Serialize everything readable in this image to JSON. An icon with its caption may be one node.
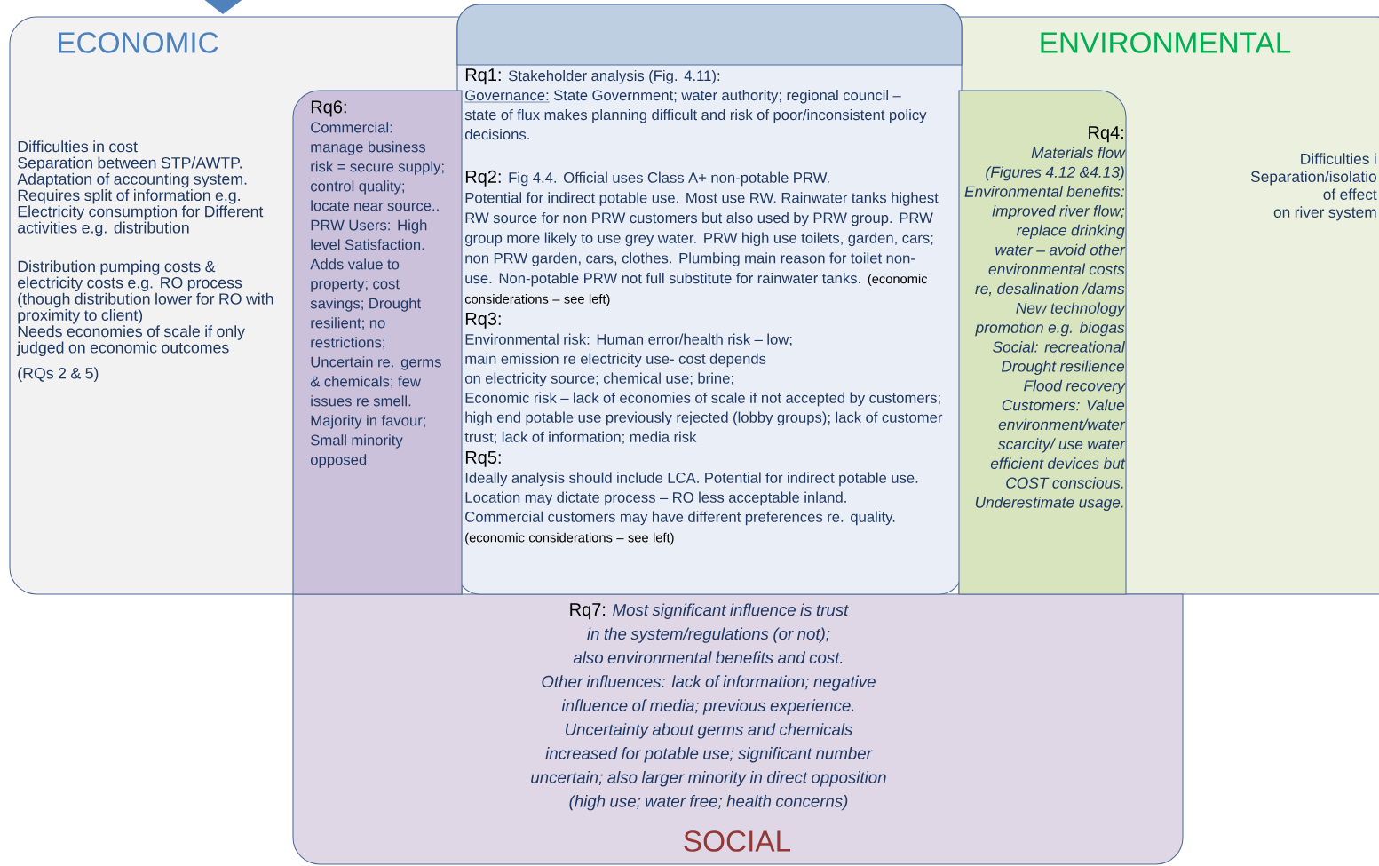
{
  "diagram": {
    "nodes": [
      {
        "text": [
          "ECONOMIC",
          "Difficulties in cost",
          "Separation between STP/AWTP.",
          "Adaptation of accounting system.",
          "Requires split of information e.g. Electricity consumption for Different activities e.g. distribution",
          "Distribution pumping costs & electricity costs e.g. RO process (though distribution lower for RO with proximity to client)",
          "Needs economies of scale if only judged on economic outcomes",
          "(RQs 2 & 5)"
        ]
      },
      {
        "text": [
          "ENVIRONMENTAL",
          "Difficulties i",
          "Separation/isolatio",
          "of effect",
          "on river system"
        ]
      },
      {
        "text": [
          "Rq6:",
          "Commercial: manage business risk = secure supply; control quality; locate near source..",
          "PRW Users: High level Satisfaction. Adds value to property; cost savings; Drought resilient; no restrictions; Uncertain re. germs & chemicals; few issues re smell. Majority in favour; Small minority opposed"
        ],
        "in": 0
      },
      {
        "text": [
          "Rq1:",
          "Stakeholder analysis (Fig. 4.11):",
          "Governance:",
          "State Government; water authority; regional council – state of flux makes planning difficult and risk of poor/inconsistent policy decisions.",
          "Rq2:",
          "Fig 4.4. Official uses Class A+ non-potable PRW.",
          "Potential for indirect potable use. Most use RW. Rainwater tanks highest RW source for non PRW customers but also used by PRW group. PRW group more likely to use grey water. PRW high use toilets, garden, cars; non PRW garden, cars, clothes. Plumbing main reason for toilet non-use. Non-potable PRW not full substitute for rainwater tanks.",
          "(economic considerations – see left)",
          "Rq3:",
          "Environmental risk: Human error/health risk – low;",
          "main emission re electricity use- cost depends",
          "on electricity source; chemical use; brine;",
          "Economic risk – lack of economies of scale if not accepted by customers; high end potable use previously rejected (lobby groups); lack of customer trust; lack of information; media risk",
          "Rq5:",
          "Ideally analysis should include LCA. Potential for indirect potable use. Location may dictate process – RO less acceptable inland.",
          "Commercial customers may have different preferences re. quality.",
          "(economic considerations – see left)"
        ]
      },
      {
        "text": [
          "Rq4:",
          "Materials flow (Figures 4.12 &4.13)",
          "Environmental benefits: improved river flow; replace drinking water – avoid other environmental costs re, desalination /dams",
          "New technology promotion e.g. biogas",
          "Social: recreational",
          "Drought resilience",
          "Flood recovery",
          "Customers: Value environment/water scarcity/ use water efficient devices but COST conscious.",
          "Underestimate usage."
        ],
        "in": 1
      },
      {
        "text": [
          "Rq7:",
          "Most significant influence is trust in the system/regulations (or not); also environmental benefits and cost.",
          "Other influences: lack of information; negative influence of media; previous experience.",
          "Uncertainty about germs and chemicals increased for potable use; significant number uncertain; also larger minority in direct opposition (high use; water free; health concerns)",
          "SOCIAL"
        ]
      }
    ]
  }
}
